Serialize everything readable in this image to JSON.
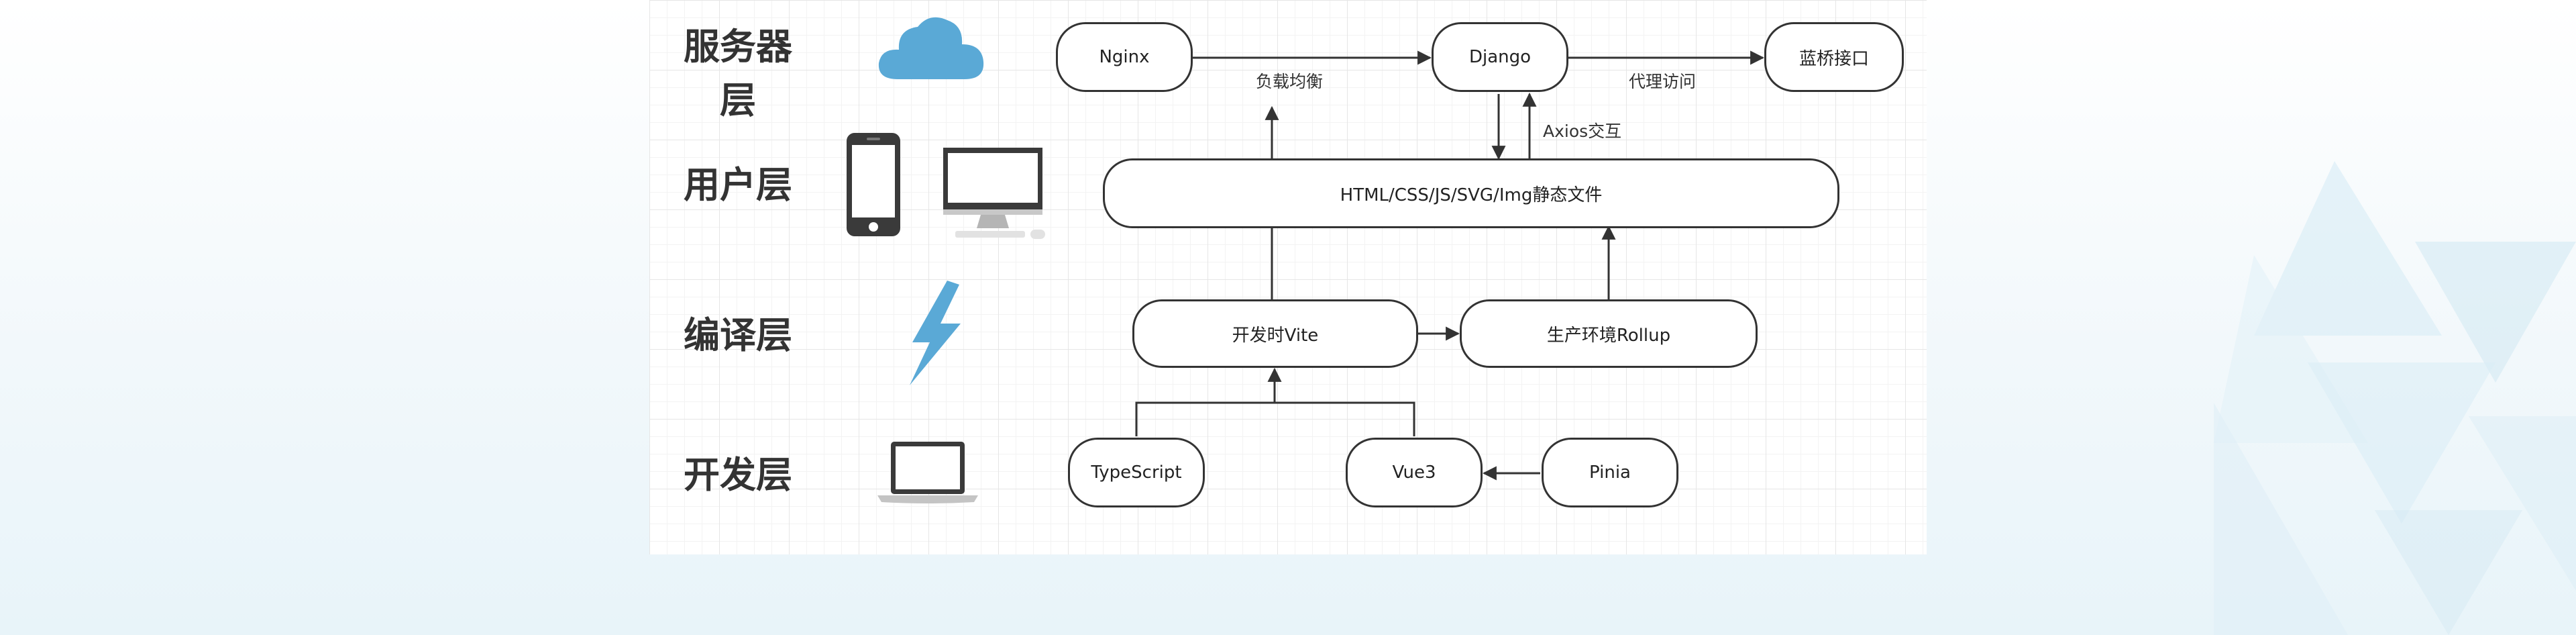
{
  "layers": [
    {
      "key": "server",
      "label": "服务器层"
    },
    {
      "key": "user",
      "label": "用户层"
    },
    {
      "key": "compile",
      "label": "编译层"
    },
    {
      "key": "dev",
      "label": "开发层"
    }
  ],
  "nodes": {
    "nginx": "Nginx",
    "django": "Django",
    "lanqiao": "蓝桥接口",
    "static_files": "HTML/CSS/JS/SVG/Img静态文件",
    "vite": "开发时Vite",
    "rollup": "生产环境Rollup",
    "typescript": "TypeScript",
    "vue3": "Vue3",
    "pinia": "Pinia"
  },
  "edge_labels": {
    "load_balance": "负载均衡",
    "proxy": "代理访问",
    "axios": "Axios交互"
  },
  "icons": [
    "cloud-icon",
    "phone-icon",
    "desktop-monitor-icon",
    "lightning-icon",
    "laptop-icon"
  ],
  "colors": {
    "accent": "#5aa9d6",
    "line": "#333333",
    "device": "#3a3a3a"
  }
}
